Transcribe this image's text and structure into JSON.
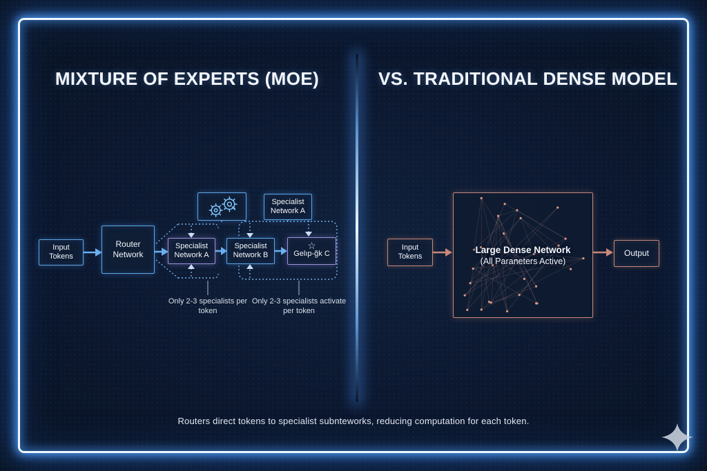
{
  "titles": {
    "left": "MIXTURE OF EXPERTS (MOE)",
    "right": "VS. TRADITIONAL DENSE MODEL"
  },
  "moe": {
    "input_tokens": "Input Tokens",
    "router": "Router Network",
    "specialist_a": "Specialist Network A",
    "specialist_b": "Specialist Network B",
    "specialist_c": "Gelıp-ğk C",
    "top_specialist_a": "Specialist Network A",
    "caption_left": "Only 2-3 specialists per token",
    "caption_right": "Only 2-3 specialists activate per token"
  },
  "dense": {
    "input_tokens": "Input Tokens",
    "network_title": "Large Dense Network",
    "network_subtitle": "(All Paraneters Active)",
    "output": "Output"
  },
  "footer": {
    "caption": "Routers direct tokens to specialist subnteworks, reducing computation for each token."
  },
  "icons": {
    "star": "☆",
    "gears": "gears",
    "sparkle": "four-point-sparkle"
  },
  "colors": {
    "background": "#0c1830",
    "neon_frame": "#eef7ff",
    "neon_glow": "#4da3ff",
    "accent_blue": "#5ea8e8",
    "accent_purple": "#9a92d8",
    "accent_salmon": "#c4897b",
    "text": "#f2f6fb"
  }
}
